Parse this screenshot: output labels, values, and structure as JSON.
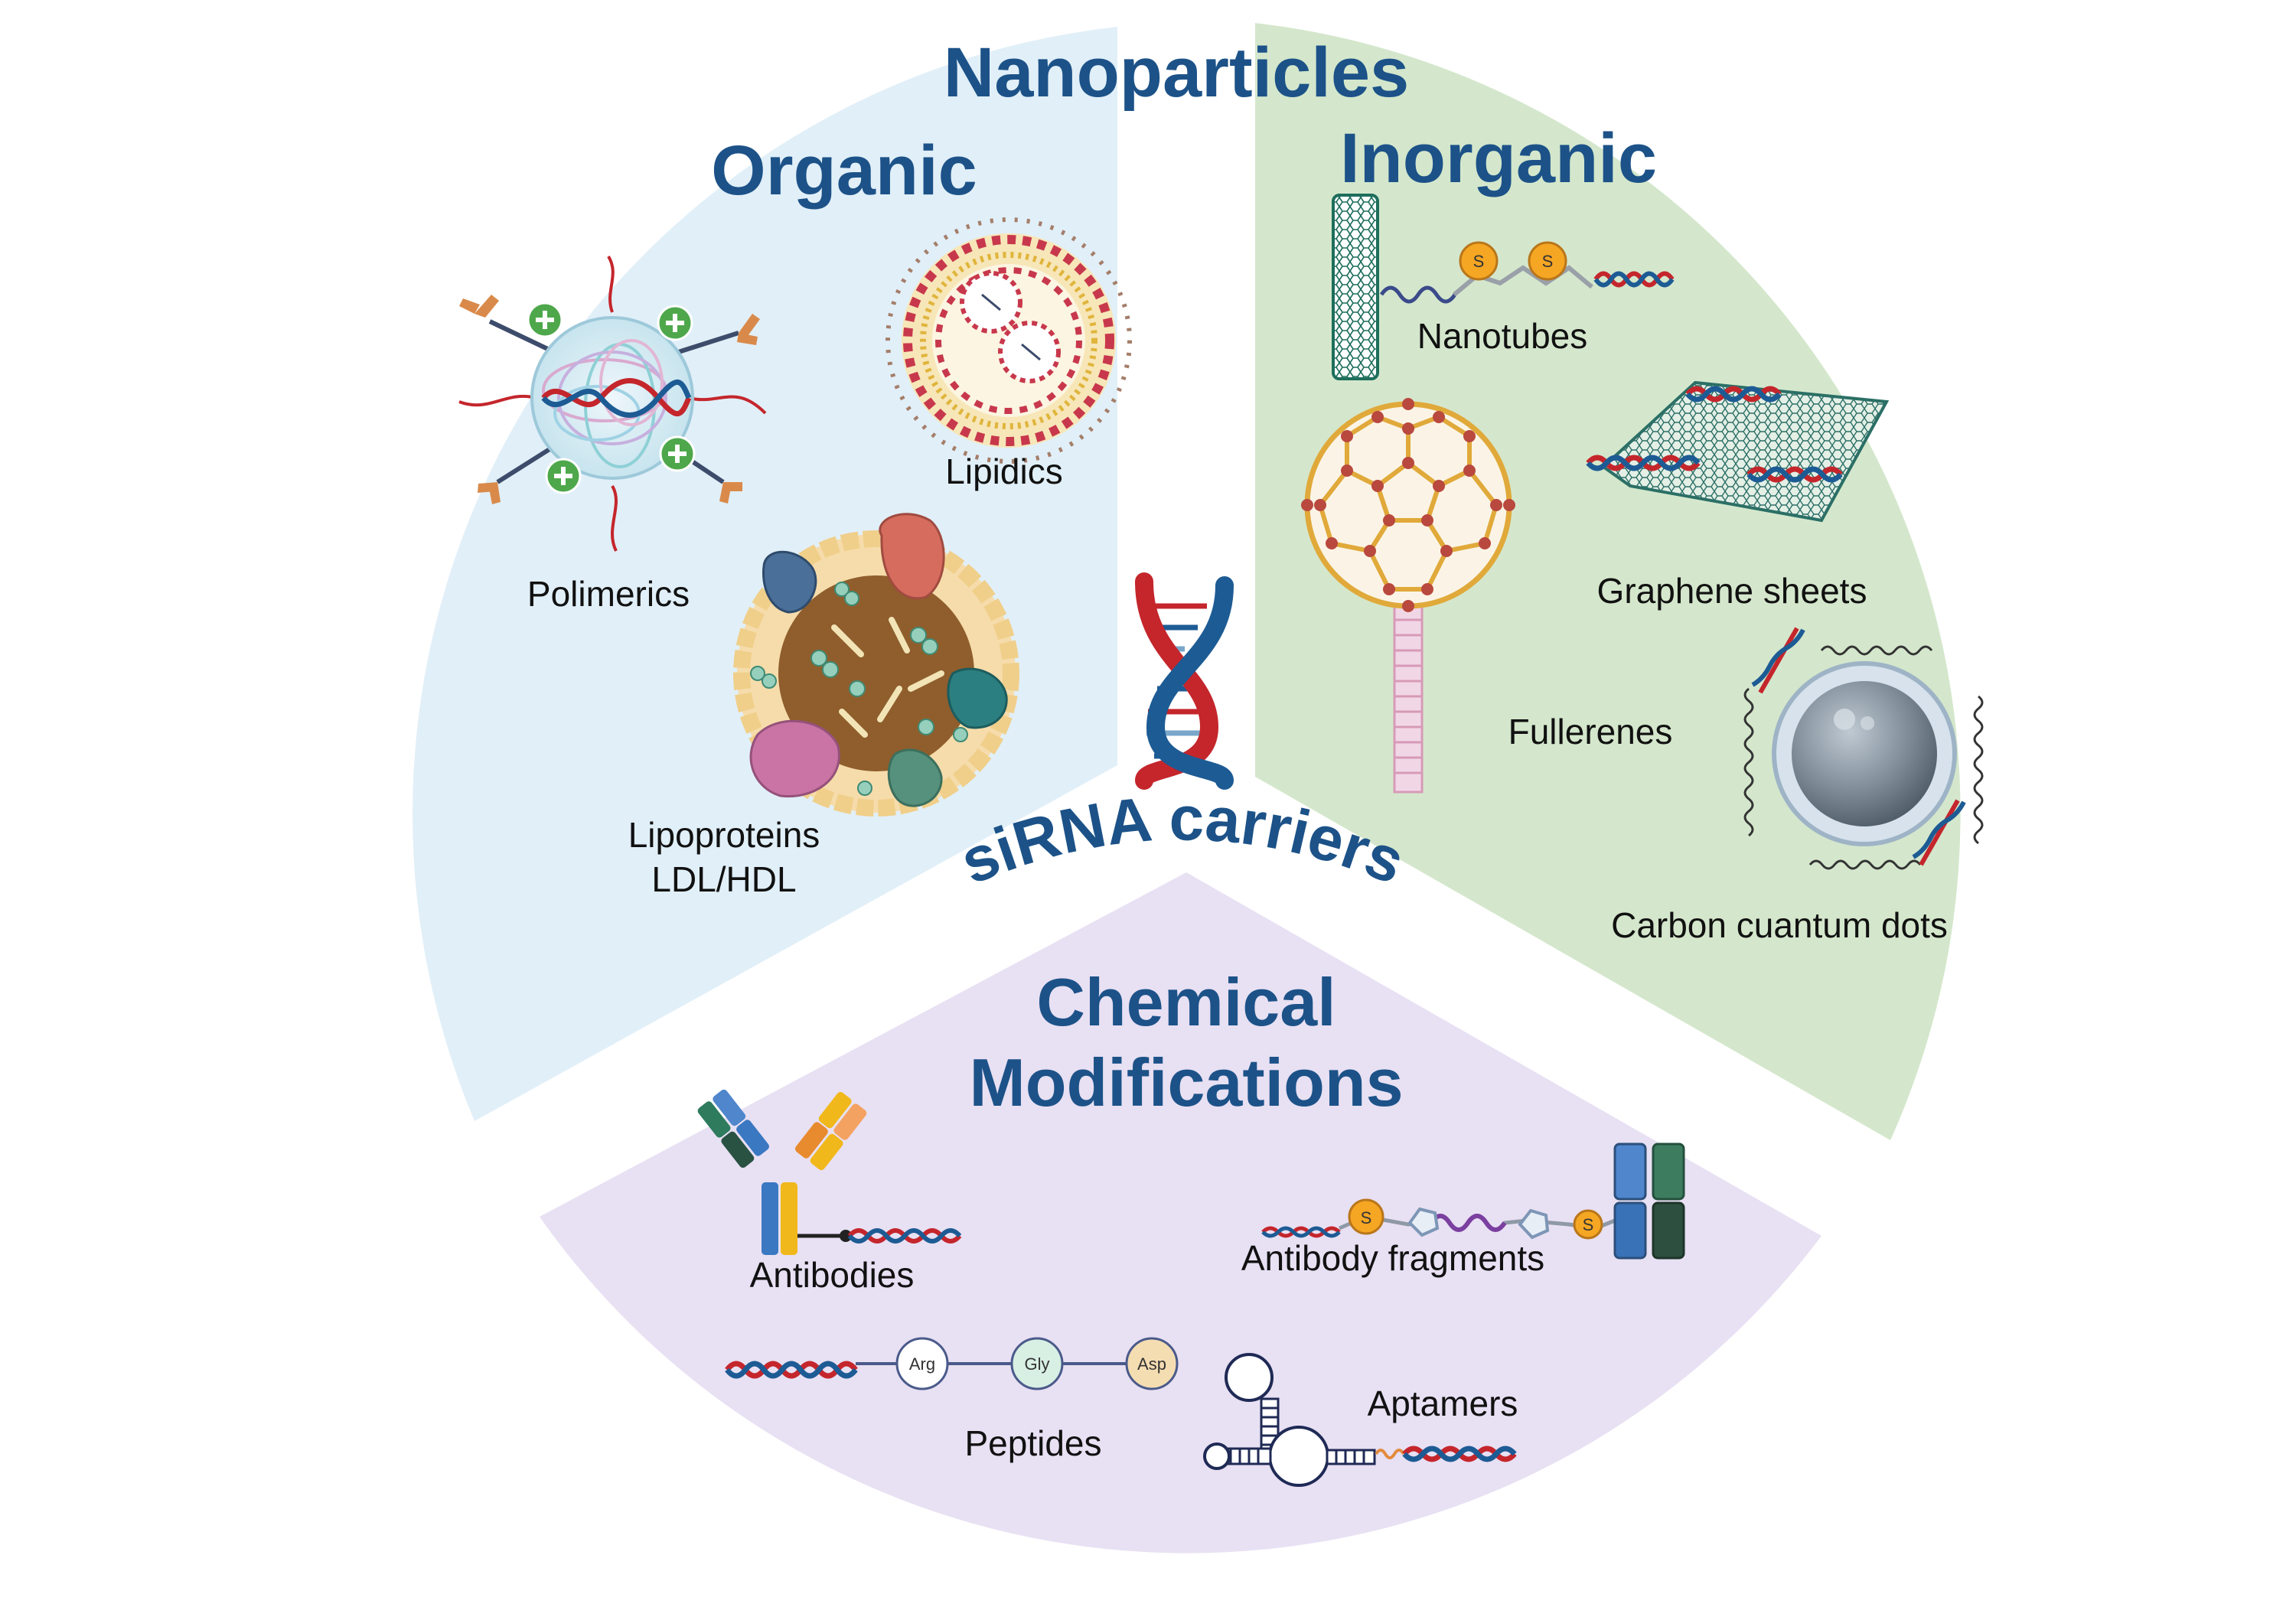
{
  "title": "Nanoparticles",
  "center_label": "siRNA carriers",
  "sectors": {
    "organic": {
      "title": "Organic",
      "items": {
        "polimerics": "Polimerics",
        "lipidics": "Lipidics",
        "lipoproteins_line1": "Lipoproteins",
        "lipoproteins_line2": "LDL/HDL"
      }
    },
    "inorganic": {
      "title": "Inorganic",
      "items": {
        "nanotubes": "Nanotubes",
        "graphene": "Graphene sheets",
        "fullerenes": "Fullerenes",
        "carbon_dots": "Carbon cuantum dots"
      }
    },
    "chemical": {
      "title_line1": "Chemical",
      "title_line2": "Modifications",
      "items": {
        "antibodies": "Antibodies",
        "antibody_fragments": "Antibody fragments",
        "peptides": "Peptides",
        "aptamers": "Aptamers"
      },
      "peptide_residues": [
        "Arg",
        "Gly",
        "Asp"
      ],
      "sulfur_symbol": "S"
    }
  },
  "colors": {
    "organic_bg": "#e1eff8",
    "inorganic_bg": "#d4e7cc",
    "chemical_bg": "#e8e0f3",
    "title": "#1c5288",
    "rna_red": "#c4262c",
    "rna_blue": "#1d5b94"
  }
}
